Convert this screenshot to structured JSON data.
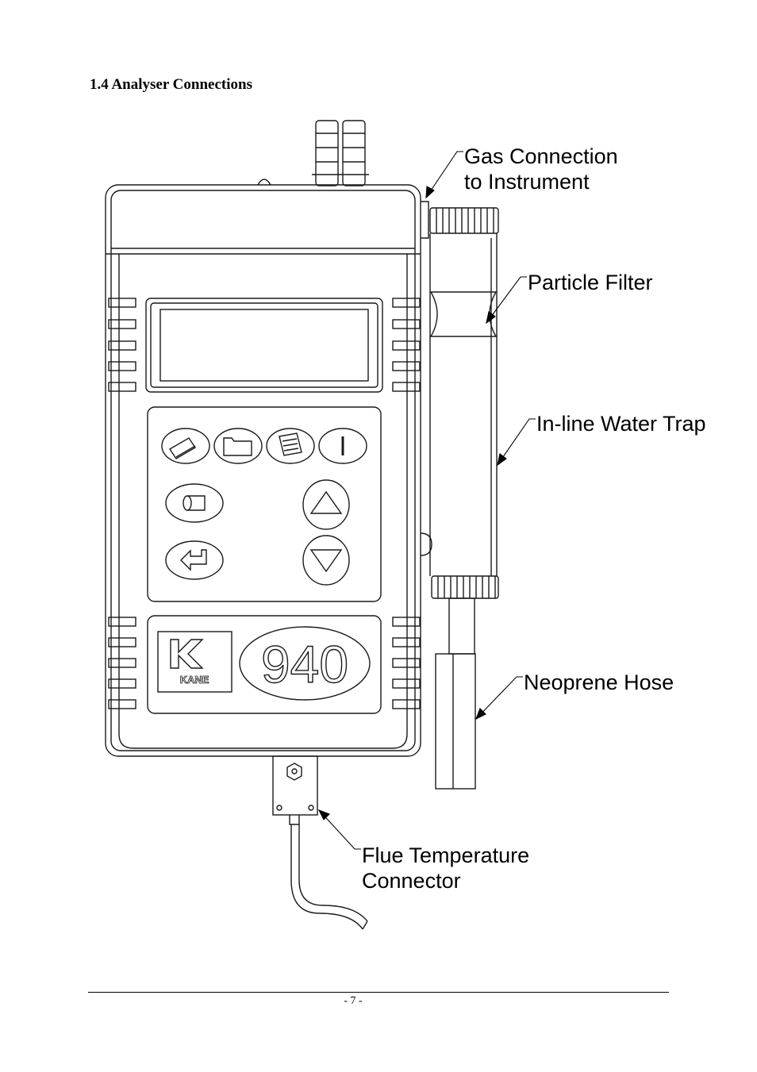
{
  "section_heading": "1.4  Analyser Connections",
  "device": {
    "brand_logo": "KANE",
    "model_number": "940"
  },
  "callouts": {
    "gas_connection": [
      "Gas Connection",
      "to Instrument"
    ],
    "particle_filter": "Particle Filter",
    "water_trap": "In-line Water Trap",
    "neoprene_hose": "Neoprene Hose",
    "flue_temperature": [
      "Flue Temperature",
      "Connector"
    ]
  },
  "keypad_icons": [
    "flue-pipe-icon",
    "folder-icon",
    "document-icon",
    "power-icon",
    "pump-icon",
    "up-arrow-icon",
    "enter-arrow-icon",
    "down-arrow-icon"
  ],
  "footer": {
    "page_number": "- 7 -"
  }
}
